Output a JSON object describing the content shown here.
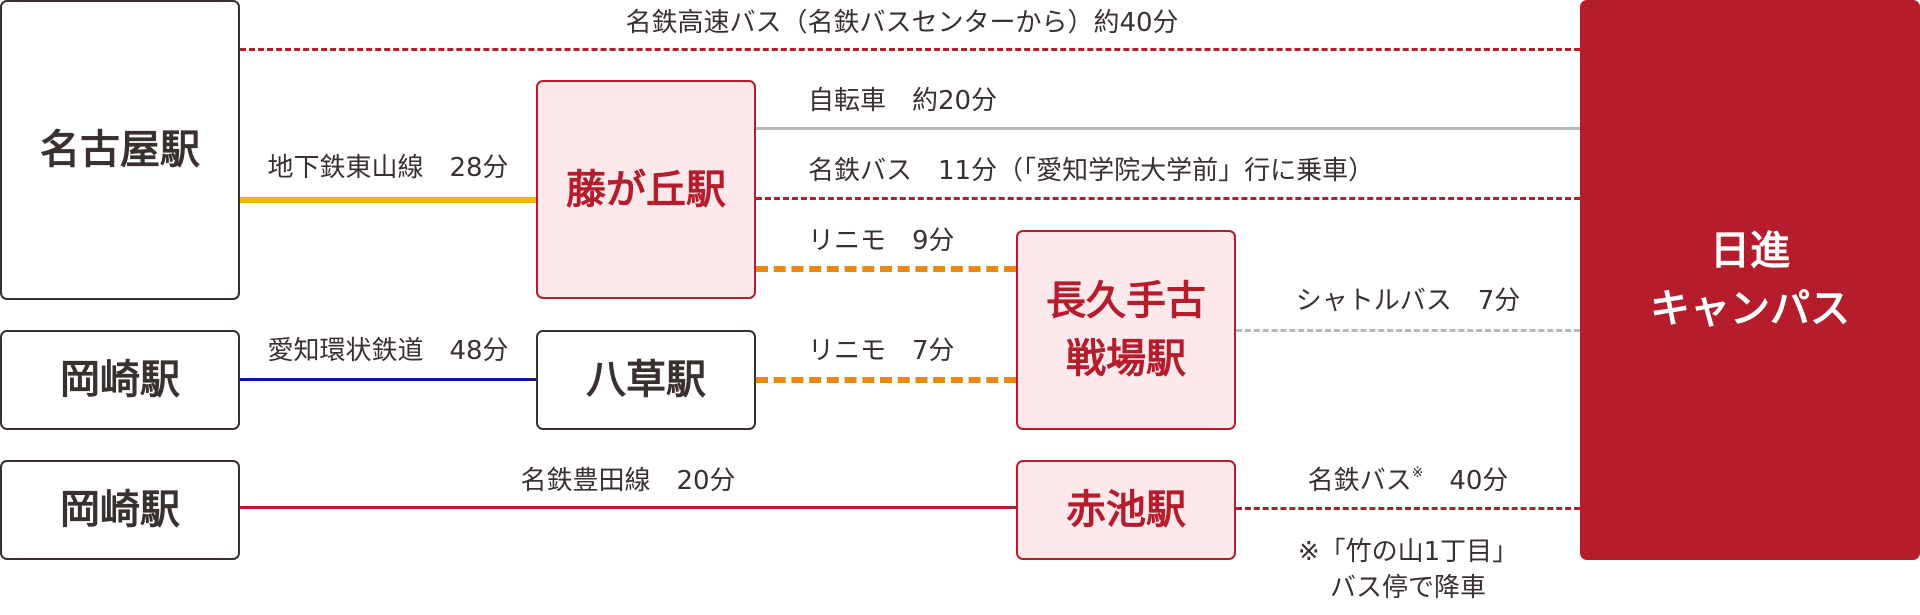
{
  "stations": {
    "nagoya": "名古屋駅",
    "okazaki_top": "岡崎駅",
    "okazaki_bottom": "岡崎駅",
    "fujigaoka": "藤が丘駅",
    "yakusa": "八草駅",
    "nagakute": "長久手古戦場駅",
    "akaike": "赤池駅",
    "campus_line1": "日進",
    "campus_line2": "キャンパス"
  },
  "routes": {
    "highway_bus": "名鉄高速バス（名鉄バスセンターから）約40分",
    "higashiyama": "地下鉄東山線　28分",
    "bicycle": "自転車　約20分",
    "meitetsu_bus_fujigaoka": "名鉄バス　11分（「愛知学院大学前」行に乗車）",
    "linimo_9": "リニモ　9分",
    "shuttle_bus": "シャトルバス　7分",
    "aichi_kanjo": "愛知環状鉄道　48分",
    "linimo_7": "リニモ　7分",
    "toyota_line": "名鉄豊田線　20分",
    "meitetsu_bus_akaike_text": "名鉄バス",
    "meitetsu_bus_akaike_mark": "※",
    "meitetsu_bus_akaike_time": "　40分"
  },
  "notes": {
    "line1": "※「竹の山1丁目」",
    "line2": "バス停で降車"
  },
  "colors": {
    "brand_red": "#b51c2c",
    "pink_fill": "#fde9ec",
    "higashiyama_yellow": "#f2b800",
    "aikan_blue": "#0a1896",
    "linimo_orange": "#e98a10",
    "gray": "#b8b8b8",
    "text": "#3a3030"
  }
}
